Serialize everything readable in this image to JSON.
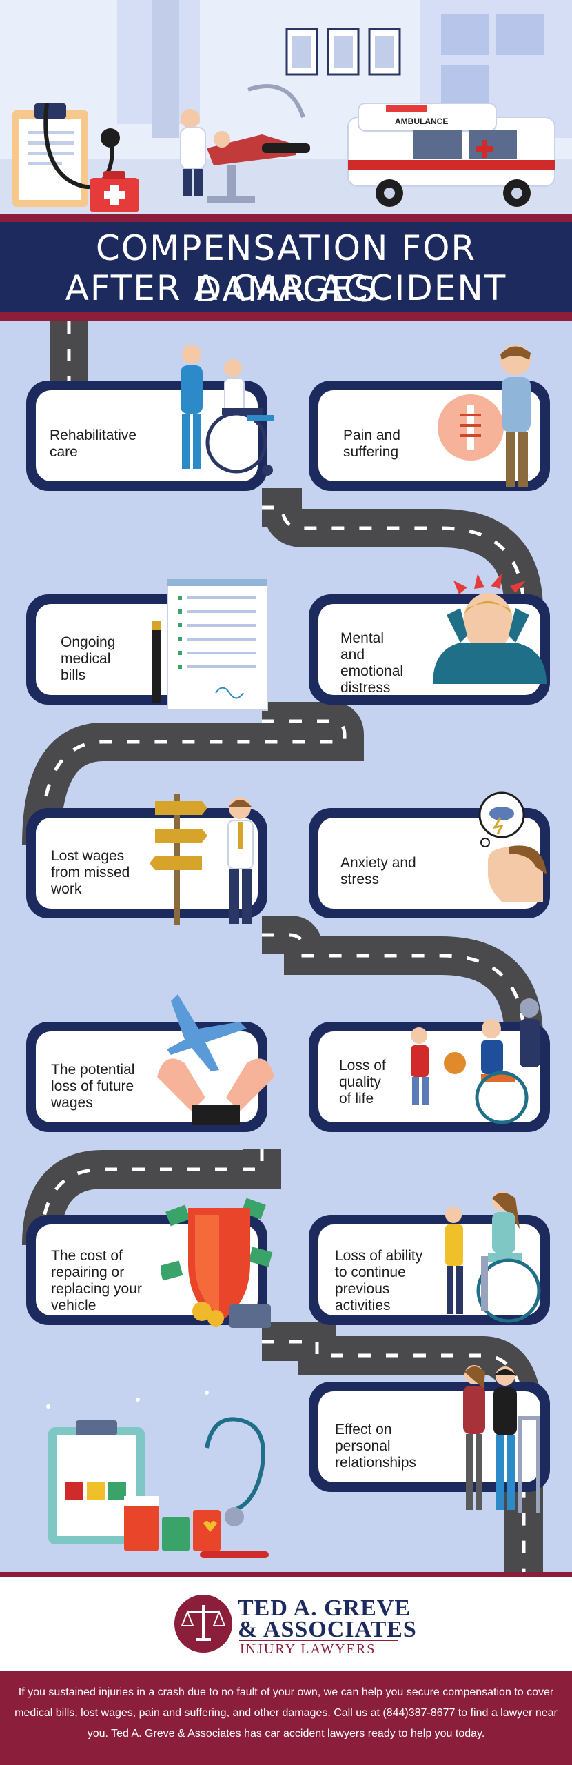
{
  "header": {
    "ambulance_label": "AMBULANCE",
    "title_line1": "COMPENSATION FOR DAMAGES",
    "title_line2": "AFTER A CAR ACCIDENT"
  },
  "cards": [
    {
      "label": "Rehabilitative\ncare",
      "icon": "wheelchair-nurse-icon"
    },
    {
      "label": "Pain and\nsuffering",
      "icon": "back-pain-icon"
    },
    {
      "label": "Ongoing\nmedical\nbills",
      "icon": "medical-bill-icon"
    },
    {
      "label": "Mental\nand\nemotional\ndistress",
      "icon": "distress-icon"
    },
    {
      "label": "Lost wages\nfrom missed\nwork",
      "icon": "signpost-worker-icon"
    },
    {
      "label": "Anxiety and\nstress",
      "icon": "storm-thought-icon"
    },
    {
      "label": "The potential\nloss of future\nwages",
      "icon": "hands-airplane-icon"
    },
    {
      "label": "Loss of\nquality\nof life",
      "icon": "wheelchair-child-icon"
    },
    {
      "label": "The cost of\nrepairing or\nreplacing your\nvehicle",
      "icon": "shield-money-icon"
    },
    {
      "label": "Loss of ability\nto continue\nprevious\nactivities",
      "icon": "wheelchair-caregiver-icon"
    },
    {
      "label": "Effect on\npersonal\nrelationships",
      "icon": "couple-walker-icon"
    }
  ],
  "logo": {
    "name_line1": "TED A. GREVE",
    "name_line2": "& ASSOCIATES",
    "subtitle": "INJURY LAWYERS"
  },
  "footer": {
    "text": "If you sustained injuries in a crash due to no fault of your own, we can help you secure compensation to cover medical bills, lost wages, pain and suffering, and other damages. Call us at (844)387-8677 to find a lawyer near you. Ted A. Greve & Associates has car accident lawyers ready to help you today."
  },
  "colors": {
    "navy": "#1c2a5e",
    "maroon": "#8b1e3a",
    "background": "#c5d3f1",
    "road": "#4a4a4c"
  }
}
